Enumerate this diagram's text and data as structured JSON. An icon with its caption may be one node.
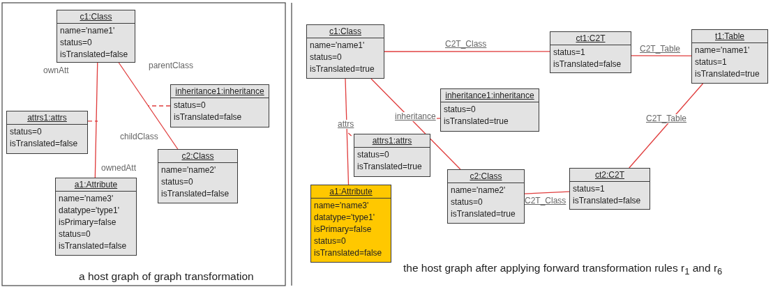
{
  "diagram": {
    "nodes": [
      {
        "text": [
          "c1:Class",
          "name='name1'",
          "status=0",
          "isTranslated=false"
        ]
      },
      {
        "text": [
          "inheritance1:inheritance",
          "status=0",
          "isTranslated=false"
        ]
      },
      {
        "text": [
          "attrs1:attrs",
          "status=0",
          "isTranslated=false"
        ]
      },
      {
        "text": [
          "c2:Class",
          "name='name2'",
          "status=0",
          "isTranslated=false"
        ]
      },
      {
        "text": [
          "a1:Attribute",
          "name='name3'",
          "datatype='type1'",
          "isPrimary=false",
          "status=0",
          "isTranslated=false"
        ]
      },
      {
        "text": [
          "c1:Class",
          "name='name1'",
          "status=0",
          "isTranslated=true"
        ]
      },
      {
        "text": [
          "ct1:C2T",
          "status=1",
          "isTranslated=false"
        ]
      },
      {
        "text": [
          "t1:Table",
          "name='name1'",
          "status=1",
          "isTranslated=true"
        ]
      },
      {
        "text": [
          "inheritance1:inheritance",
          "status=0",
          "isTranslated=true"
        ]
      },
      {
        "text": [
          "attrs1:attrs",
          "status=0",
          "isTranslated=true"
        ]
      },
      {
        "text": [
          "a1:Attribute",
          "name='name3'",
          "datatype='type1'",
          "isPrimary=false",
          "status=0",
          "isTranslated=false"
        ]
      },
      {
        "text": [
          "c2:Class",
          "name='name2'",
          "status=0",
          "isTranslated=true"
        ]
      },
      {
        "text": [
          "ct2:C2T",
          "status=1",
          "isTranslated=false"
        ]
      }
    ],
    "edges": [
      {
        "from": 0,
        "to": 4,
        "arrow": "none"
      },
      {
        "from": 0,
        "to": 3,
        "arrow": "none"
      },
      {
        "from": 2,
        "to": null,
        "arrow": "none",
        "style": "dashed"
      },
      {
        "from": 1,
        "to": null,
        "arrow": "none",
        "style": "dashed"
      },
      {
        "from": 5,
        "to": 6,
        "arrow": "none",
        "label": "C2T_Class"
      },
      {
        "from": 6,
        "to": 7,
        "arrow": "none",
        "label": "C2T_Table"
      },
      {
        "from": 7,
        "to": 12,
        "arrow": "none",
        "label": "C2T_Table"
      },
      {
        "from": 12,
        "to": 11,
        "arrow": "none",
        "label": "C2T_Class"
      },
      {
        "from": 5,
        "to": 10,
        "arrow": "none",
        "label": "attrs"
      },
      {
        "from": 5,
        "to": 11,
        "arrow": "none",
        "label": "inheritance"
      },
      {
        "from": 9,
        "to": null,
        "arrow": "none",
        "style": "dashed"
      },
      {
        "from": 8,
        "to": null,
        "arrow": "none",
        "style": "dashed"
      }
    ],
    "labels": [
      "ownAtt",
      "parentClass",
      "childClass",
      "ownedAtt",
      "a host graph of graph transformation",
      "the host graph after applying forward transformation rules r$_{1}$ and r$_{6}$"
    ]
  }
}
